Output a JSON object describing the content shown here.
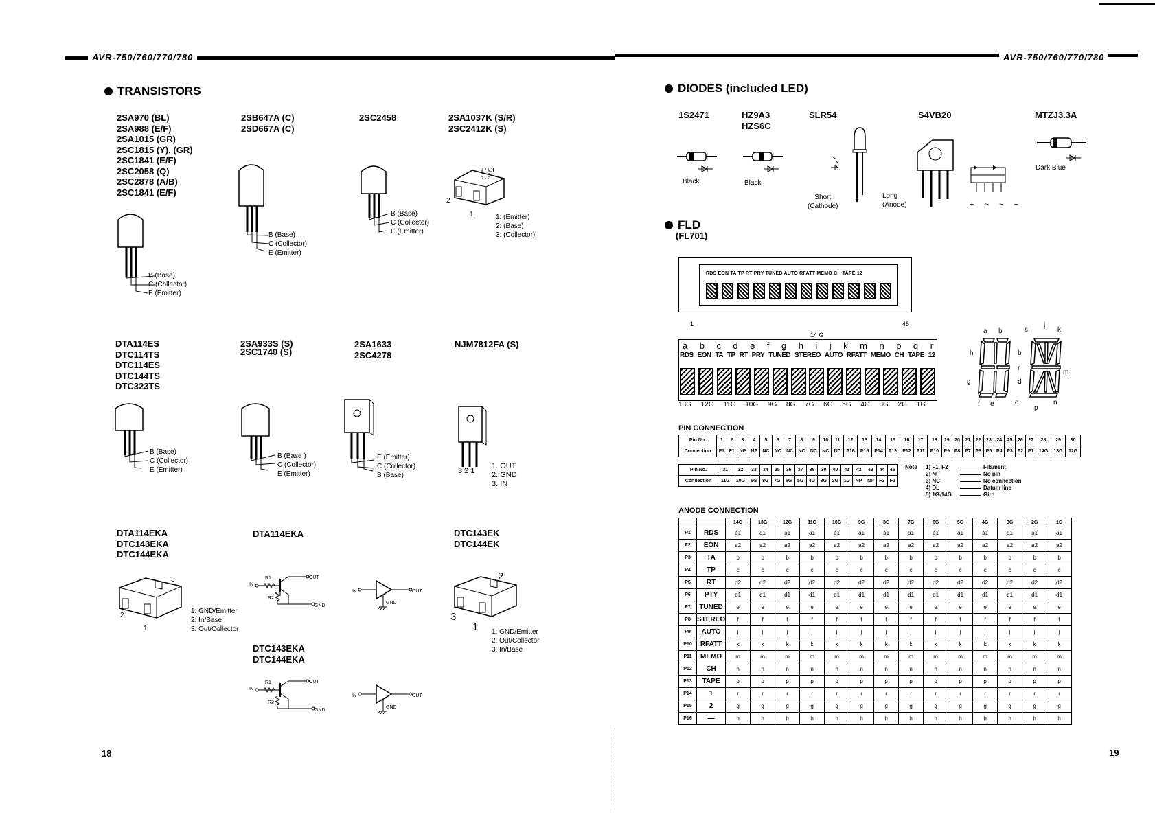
{
  "header": {
    "model_left": "AVR-750/760/770/780",
    "model_right": "AVR-750/760/770/780"
  },
  "page_numbers": {
    "left": "18",
    "right": "19"
  },
  "transistors": {
    "title": "TRANSISTORS",
    "group1": [
      "2SA970 (BL)",
      "2SA988 (E/F)",
      "2SA1015 (GR)",
      "2SC1815 (Y), (GR)",
      "2SC1841 (E/F)",
      "2SC2058 (Q)",
      "2SC2878 (A/B)",
      "2SC1841 (E/F)"
    ],
    "group2": [
      "2SB647A (C)",
      "2SD667A (C)"
    ],
    "group3": [
      "2SC2458"
    ],
    "group4": [
      "2SA1037K (S/R)",
      "2SC2412K (S)"
    ],
    "group5": [
      "DTA114ES",
      "DTC114TS",
      "DTC114ES",
      "DTC144TS",
      "DTC323TS"
    ],
    "group6": [
      "2SA933S (S)",
      "2SC1740 (S)"
    ],
    "group7": [
      "2SA1633",
      "2SC4278"
    ],
    "group8": [
      "NJM7812FA (S)"
    ],
    "group9": [
      "DTA114EKA",
      "DTC143EKA",
      "DTC144EKA"
    ],
    "group10": [
      "DTA114EKA"
    ],
    "group11": [
      "DTC143EK",
      "DTC144EK"
    ],
    "group12": [
      "DTC143EKA",
      "DTC144EKA"
    ],
    "bce": [
      "B (Base)",
      "C (Collector)",
      "E (Emitter)"
    ],
    "bce_alt": [
      "B (Base )",
      "C (Collector)",
      "E (Emitter)"
    ],
    "ecb": [
      "E (Emitter)",
      "C (Collector)",
      "B (Base)"
    ],
    "sot_pins": [
      "1: (Emitter)",
      "2: (Base)",
      "3: (Collector)"
    ],
    "reg_pins": [
      "1. OUT",
      "2. GND",
      "3. IN"
    ],
    "chip_pins": [
      "1: GND/Emitter",
      "2: In/Base",
      "3: Out/Collector"
    ],
    "chip_pins_b": [
      "1: GND/Emitter",
      "2: Out/Collector",
      "3: In/Base"
    ],
    "num1": "1",
    "num2": "2",
    "num3": "3",
    "num321": "3 2 1",
    "circuit": {
      "in": "IN",
      "out": "OUT",
      "gnd": "GND",
      "r1": "R1",
      "r2": "R2"
    }
  },
  "diodes": {
    "title": "DIODES (included LED)",
    "items": [
      "1S2471",
      "HZ9A3",
      "HZS6C",
      "SLR54",
      "S4VB20",
      "MTZJ3.3A"
    ],
    "black": "Black",
    "dark_blue": "Dark Blue",
    "short": "Short",
    "cathode": "(Cathode)",
    "long": "Long",
    "anode": "(Anode)",
    "bridge_marks": "+ ~ ~ −"
  },
  "fld": {
    "title": "FLD",
    "model": "(FL701)",
    "top_legend": "RDS EON TA TP RT PRY TUNED AUTO RFATT MEMO CH TAPE 12",
    "pin_first": "1",
    "pin_last": "45",
    "grid_label": "14 G",
    "letters": [
      "a",
      "b",
      "c",
      "d",
      "e",
      "f",
      "g",
      "h",
      "i",
      "j",
      "k",
      "m",
      "n",
      "p",
      "q",
      "r"
    ],
    "labels": [
      "RDS",
      "EON",
      "TA",
      "TP",
      "RT",
      "PRY",
      "TUNED",
      "STEREO",
      "AUTO",
      "RFATT",
      "MEMO",
      "CH",
      "TAPE",
      "12"
    ],
    "grids": [
      "13G",
      "12G",
      "11G",
      "10G",
      "9G",
      "8G",
      "7G",
      "6G",
      "5G",
      "4G",
      "3G",
      "2G",
      "1G"
    ],
    "seg_left": [
      "a",
      "b",
      "h",
      "b",
      "g",
      "d",
      "f",
      "e"
    ],
    "seg_right": [
      "s",
      "j",
      "k",
      "r",
      "m",
      "q",
      "p",
      "n"
    ]
  },
  "pin_connection": {
    "title": "PIN CONNECTION",
    "row1_pins": [
      "Pin No.",
      "1",
      "2",
      "3",
      "4",
      "5",
      "6",
      "7",
      "8",
      "9",
      "10",
      "11",
      "12",
      "13",
      "14",
      "15",
      "16",
      "17",
      "18",
      "19",
      "20",
      "21",
      "22",
      "23",
      "24",
      "25",
      "26",
      "27",
      "28",
      "29",
      "30"
    ],
    "row1_conn": [
      "Connection",
      "F1",
      "F1",
      "NP",
      "NP",
      "NC",
      "NC",
      "NC",
      "NC",
      "NC",
      "NC",
      "NC",
      "P16",
      "P15",
      "P14",
      "P13",
      "P12",
      "P11",
      "P10",
      "P9",
      "P8",
      "P7",
      "P6",
      "P5",
      "P4",
      "P3",
      "P2",
      "P1",
      "14G",
      "13G",
      "12G"
    ],
    "row2_pins": [
      "Pin No.",
      "31",
      "32",
      "33",
      "34",
      "35",
      "36",
      "37",
      "38",
      "39",
      "40",
      "41",
      "42",
      "43",
      "44",
      "45"
    ],
    "row2_conn": [
      "Connection",
      "11G",
      "10G",
      "9G",
      "8G",
      "7G",
      "6G",
      "5G",
      "4G",
      "3G",
      "2G",
      "1G",
      "NP",
      "NP",
      "F2",
      "F2"
    ],
    "note_head": "Note",
    "notes": [
      [
        "1) F1, F2",
        "Filament"
      ],
      [
        "2) NP",
        "No pin"
      ],
      [
        "3) NC",
        "No connection"
      ],
      [
        "4) DL",
        "Datum line"
      ],
      [
        "5) 1G-14G",
        "Gird"
      ]
    ]
  },
  "anode_connection": {
    "title": "ANODE CONNECTION",
    "headers": [
      "14G",
      "13G",
      "12G",
      "11G",
      "10G",
      "9G",
      "8G",
      "7G",
      "6G",
      "5G",
      "4G",
      "3G",
      "2G",
      "1G"
    ],
    "rows": [
      {
        "pin": "P1",
        "name": "RDS",
        "v": "a1"
      },
      {
        "pin": "P2",
        "name": "EON",
        "v": "a2"
      },
      {
        "pin": "P3",
        "name": "TA",
        "v": "b"
      },
      {
        "pin": "P4",
        "name": "TP",
        "v": "c"
      },
      {
        "pin": "P5",
        "name": "RT",
        "v": "d2"
      },
      {
        "pin": "P6",
        "name": "PTY",
        "v": "d1"
      },
      {
        "pin": "P7",
        "name": "TUNED",
        "v": "e"
      },
      {
        "pin": "P8",
        "name": "STEREO",
        "v": "f"
      },
      {
        "pin": "P9",
        "name": "AUTO",
        "v": "j"
      },
      {
        "pin": "P10",
        "name": "RFATT",
        "v": "k"
      },
      {
        "pin": "P11",
        "name": "MEMO",
        "v": "m"
      },
      {
        "pin": "P12",
        "name": "CH",
        "v": "n"
      },
      {
        "pin": "P13",
        "name": "TAPE",
        "v": "p"
      },
      {
        "pin": "P14",
        "name": "1",
        "v": "r"
      },
      {
        "pin": "P15",
        "name": "2",
        "v": "g"
      },
      {
        "pin": "P16",
        "name": "—",
        "v": "h"
      }
    ]
  }
}
